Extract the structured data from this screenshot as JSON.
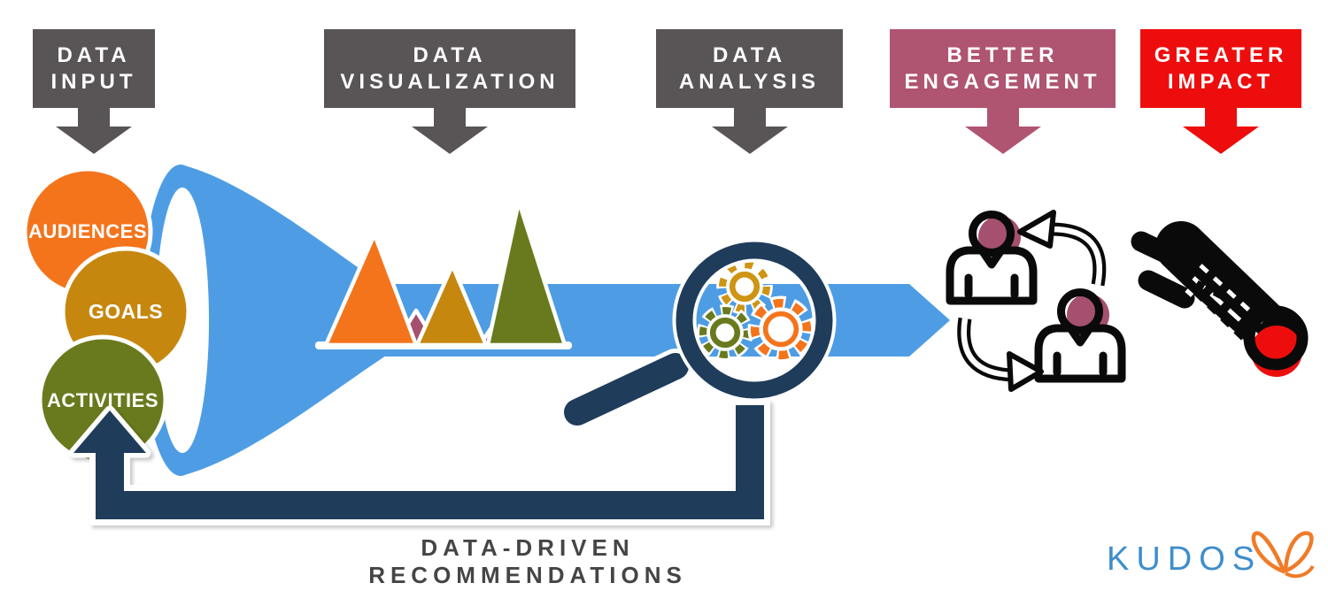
{
  "stages": [
    {
      "name": "data-input",
      "line1": "DATA",
      "line2": "INPUT",
      "color": "#595556"
    },
    {
      "name": "data-visualization",
      "line1": "DATA",
      "line2": "VISUALIZATION",
      "color": "#595556"
    },
    {
      "name": "data-analysis",
      "line1": "DATA",
      "line2": "ANALYSIS",
      "color": "#595556"
    },
    {
      "name": "better-engagement",
      "line1": "BETTER",
      "line2": "ENGAGEMENT",
      "color": "#AF5571"
    },
    {
      "name": "greater-impact",
      "line1": "GREATER",
      "line2": "IMPACT",
      "color": "#EE0D0D"
    }
  ],
  "input_circles": [
    {
      "label": "AUDIENCES",
      "color": "#F4741C"
    },
    {
      "label": "GOALS",
      "color": "#C6870E"
    },
    {
      "label": "ACTIVITIES",
      "color": "#697A1E"
    }
  ],
  "flow": {
    "funnel_color": "#4E9DE4",
    "arrow_color": "#4E9DE4"
  },
  "visualization_triangles": {
    "colors": [
      "#F4741C",
      "#C6870E",
      "#697A1E",
      "#A4506E"
    ]
  },
  "magnifier": {
    "ring_color": "#1F3C5A",
    "gear_colors": [
      "#CE9414",
      "#697A1E",
      "#F4741C"
    ]
  },
  "engagement_icon": {
    "outline_color": "#0A0A0A",
    "head_color": "#A4506E"
  },
  "impact_icon": {
    "body_color": "#0A0A0A",
    "head_color": "#EE0D0D"
  },
  "feedback": {
    "label": "DATA-DRIVEN RECOMMENDATIONS",
    "loop_color": "#1F3C5A",
    "text_color": "#454545"
  },
  "logo": {
    "text": "KUDOS",
    "text_color": "#3E8ECC",
    "butterfly_color": "#F07B28"
  }
}
